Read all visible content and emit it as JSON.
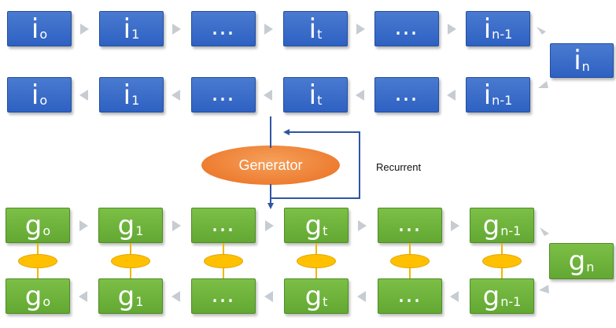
{
  "input_row_top": [
    {
      "base": "i",
      "sub": "o"
    },
    {
      "base": "i",
      "sub": "1"
    },
    {
      "base": "…",
      "sub": ""
    },
    {
      "base": "i",
      "sub": "t"
    },
    {
      "base": "…",
      "sub": ""
    },
    {
      "base": "i",
      "sub": "n-1"
    }
  ],
  "input_side": {
    "base": "i",
    "sub": "n"
  },
  "input_row_bottom": [
    {
      "base": "i",
      "sub": "o"
    },
    {
      "base": "i",
      "sub": "1"
    },
    {
      "base": "…",
      "sub": ""
    },
    {
      "base": "i",
      "sub": "t"
    },
    {
      "base": "…",
      "sub": ""
    },
    {
      "base": "i",
      "sub": "n-1"
    }
  ],
  "generator_label": "Generator",
  "recurrent_label": "Recurrent",
  "gen_row_top": [
    {
      "base": "g",
      "sub": "o"
    },
    {
      "base": "g",
      "sub": "1"
    },
    {
      "base": "…",
      "sub": ""
    },
    {
      "base": "g",
      "sub": "t"
    },
    {
      "base": "…",
      "sub": ""
    },
    {
      "base": "g",
      "sub": "n-1"
    }
  ],
  "gen_side": {
    "base": "g",
    "sub": "n"
  },
  "gen_row_bottom": [
    {
      "base": "g",
      "sub": "o"
    },
    {
      "base": "g",
      "sub": "1"
    },
    {
      "base": "…",
      "sub": ""
    },
    {
      "base": "g",
      "sub": "t"
    },
    {
      "base": "…",
      "sub": ""
    },
    {
      "base": "g",
      "sub": "n-1"
    }
  ],
  "colors": {
    "input_box": "#3366cc",
    "generator_box": "#70ad47",
    "generator_node": "#ed7d31",
    "link_ellipse": "#ffc000",
    "arrow": "#c7ccd3",
    "recurrent_line": "#2f55a4"
  }
}
